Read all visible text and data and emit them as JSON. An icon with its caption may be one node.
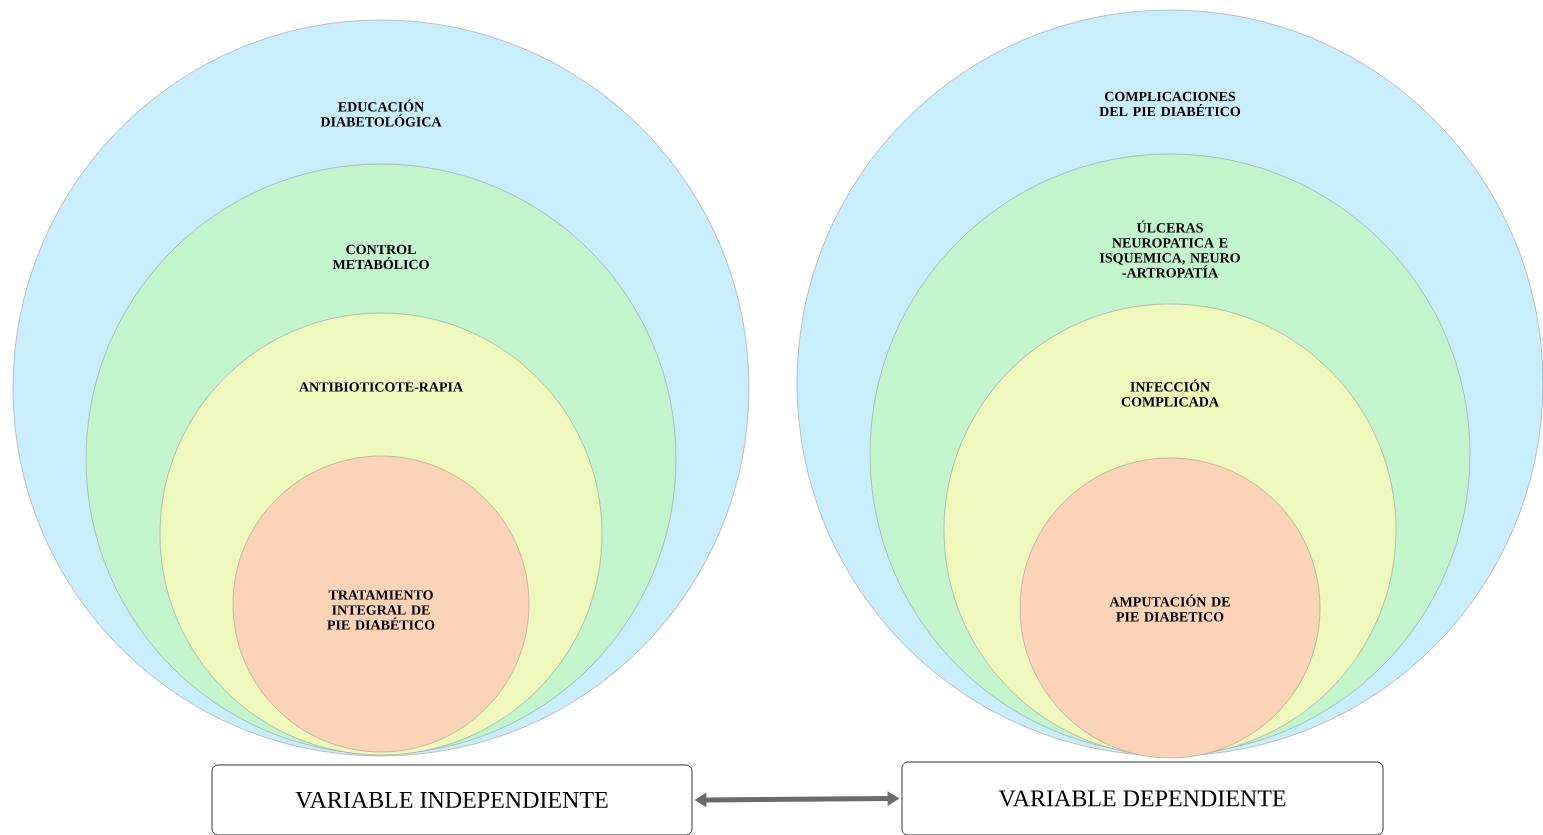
{
  "diagram": {
    "nodes": [
      {
        "text": [
          "EDUCACIÓN DIABETOLÓGICA"
        ]
      },
      {
        "text": [
          "CONTROL METABÓLICO"
        ],
        "in": 0
      },
      {
        "text": [
          "ANTIBIOTICOTE-RAPIA"
        ],
        "in": 1
      },
      {
        "text": [
          "TRATAMIENTO INTEGRAL DE PIE DIABÉTICO"
        ],
        "in": 2
      },
      {
        "text": [
          "COMPLICACIONES DEL PIE DIABÉTICO"
        ]
      },
      {
        "text": [
          "ÚLCERAS NEUROPATICA E ISQUEMICA, NEURO -ARTROPATÍA"
        ],
        "in": 4
      },
      {
        "text": [
          "INFECCIÓN COMPLICADA"
        ],
        "in": 5
      },
      {
        "text": [
          "AMPUTACIÓN DE PIE DIABETICO"
        ],
        "in": 6
      },
      {
        "text": [
          "VARIABLE  INDEPENDIENTE"
        ]
      },
      {
        "text": [
          "VARIABLE  DEPENDIENTE"
        ]
      }
    ],
    "edges": [
      {
        "from": 8,
        "to": 9,
        "arrow": "both"
      }
    ]
  }
}
